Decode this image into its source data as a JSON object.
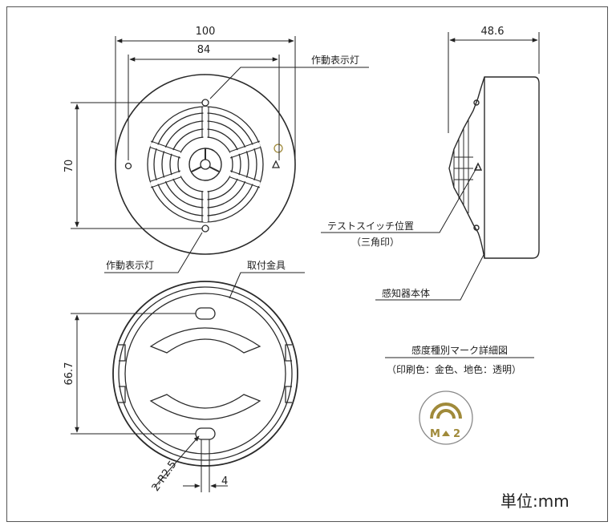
{
  "dimensions": {
    "front_outer_width": "100",
    "front_light_span": "84",
    "front_height": "70",
    "side_depth": "48.6",
    "base_height": "66.7",
    "hole_radius": "2-R2.5",
    "hole_width": "4"
  },
  "labels": {
    "indicator_top": "作動表示灯",
    "indicator_bottom": "作動表示灯",
    "mounting_bracket": "取付金具",
    "test_switch": "テストスイッチ位置",
    "test_switch_note": "（三角印）",
    "detector_body": "感知器本体"
  },
  "legend": {
    "title": "感度種別マーク詳細図",
    "subtitle": "（印刷色：金色、地色：透明）",
    "mark_left": "M",
    "mark_right": "2"
  },
  "unit": "単位:mm",
  "colors": {
    "gold": "#a08a3a",
    "line": "#2a2a2a",
    "frame": "#555555"
  }
}
